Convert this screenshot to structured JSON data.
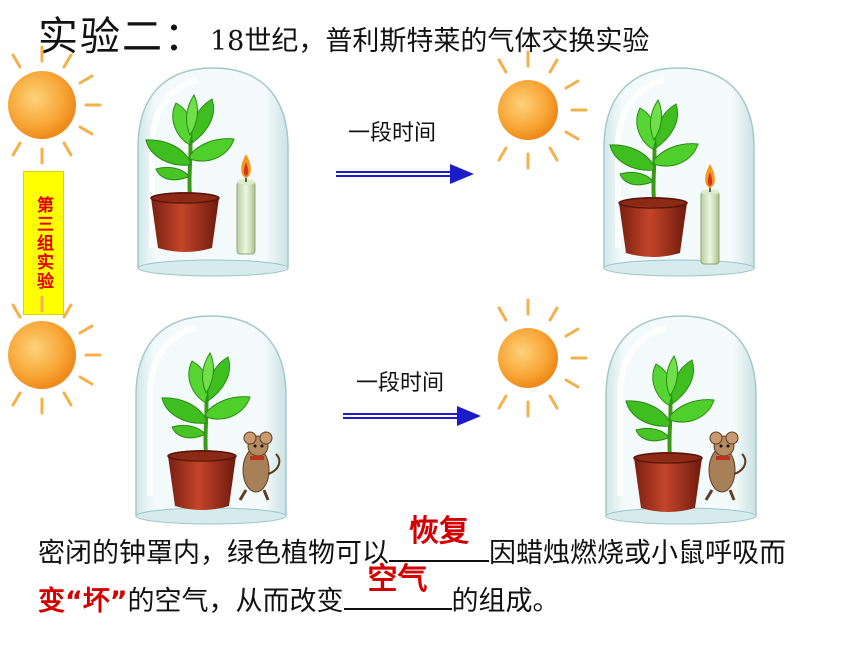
{
  "title": {
    "main": "实验二：",
    "sub": "18世纪，普利斯特莱的气体交换实验"
  },
  "sidebar_label": "第三组实验",
  "arrows": [
    {
      "label": "一段时间"
    },
    {
      "label": "一段时间"
    }
  ],
  "caption": {
    "part1": "密闭的钟罩内，绿色植物可以",
    "answer1": "恢复",
    "part2": "因蜡烛燃烧或小鼠呼吸而",
    "highlight": "变“坏”",
    "part3": "的空气，从而改变",
    "answer2": "空气",
    "part4": "的组成。"
  },
  "colors": {
    "accent_red": "#d40000",
    "sidebar_bg": "#ffff00",
    "arrow_blue": "#1c1cc8",
    "leaf_green": "#3fbf1f",
    "pot": "#a8321a",
    "sun": "#f7a535"
  }
}
